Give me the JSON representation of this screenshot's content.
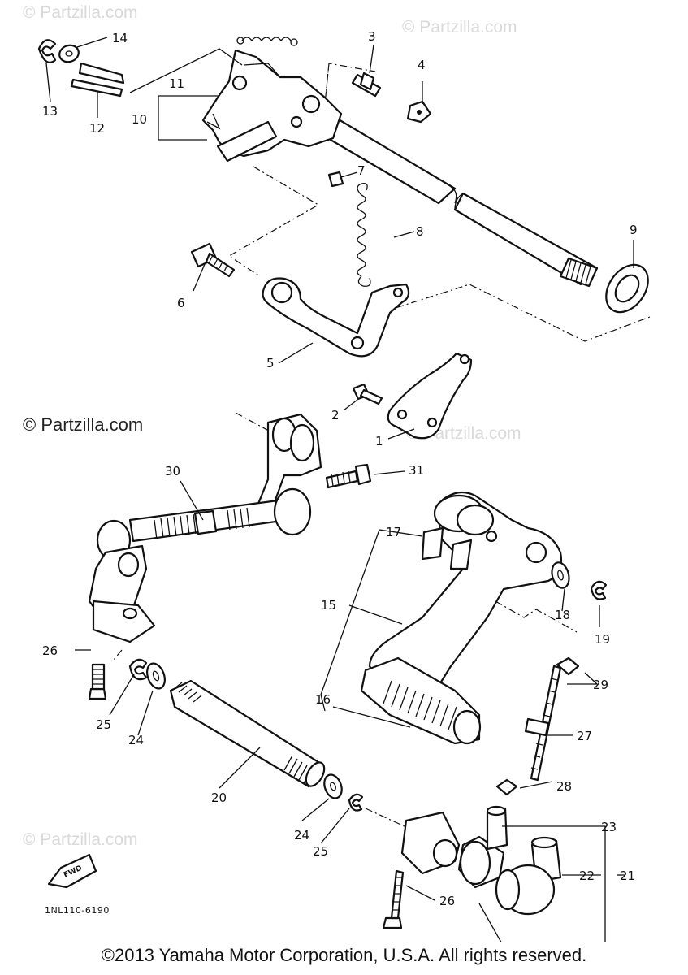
{
  "watermarks": {
    "top_left": "© Partzilla.com",
    "top_right": "© Partzilla.com",
    "middle_left": "© Partzilla.com",
    "middle_right": "© Partzilla.com",
    "bottom_left": "© Partzilla.com"
  },
  "callouts": [
    "1",
    "2",
    "3",
    "4",
    "5",
    "6",
    "7",
    "8",
    "9",
    "10",
    "11",
    "12",
    "13",
    "14",
    "15",
    "16",
    "17",
    "18",
    "19",
    "20",
    "21",
    "22",
    "23",
    "24",
    "24",
    "25",
    "25",
    "26",
    "26",
    "27",
    "28",
    "29",
    "30",
    "31"
  ],
  "fwd_label": "FWD",
  "diagram_code": "1NL110-6190",
  "copyright": "©2013 Yamaha Motor Corporation, U.S.A. All rights reserved."
}
